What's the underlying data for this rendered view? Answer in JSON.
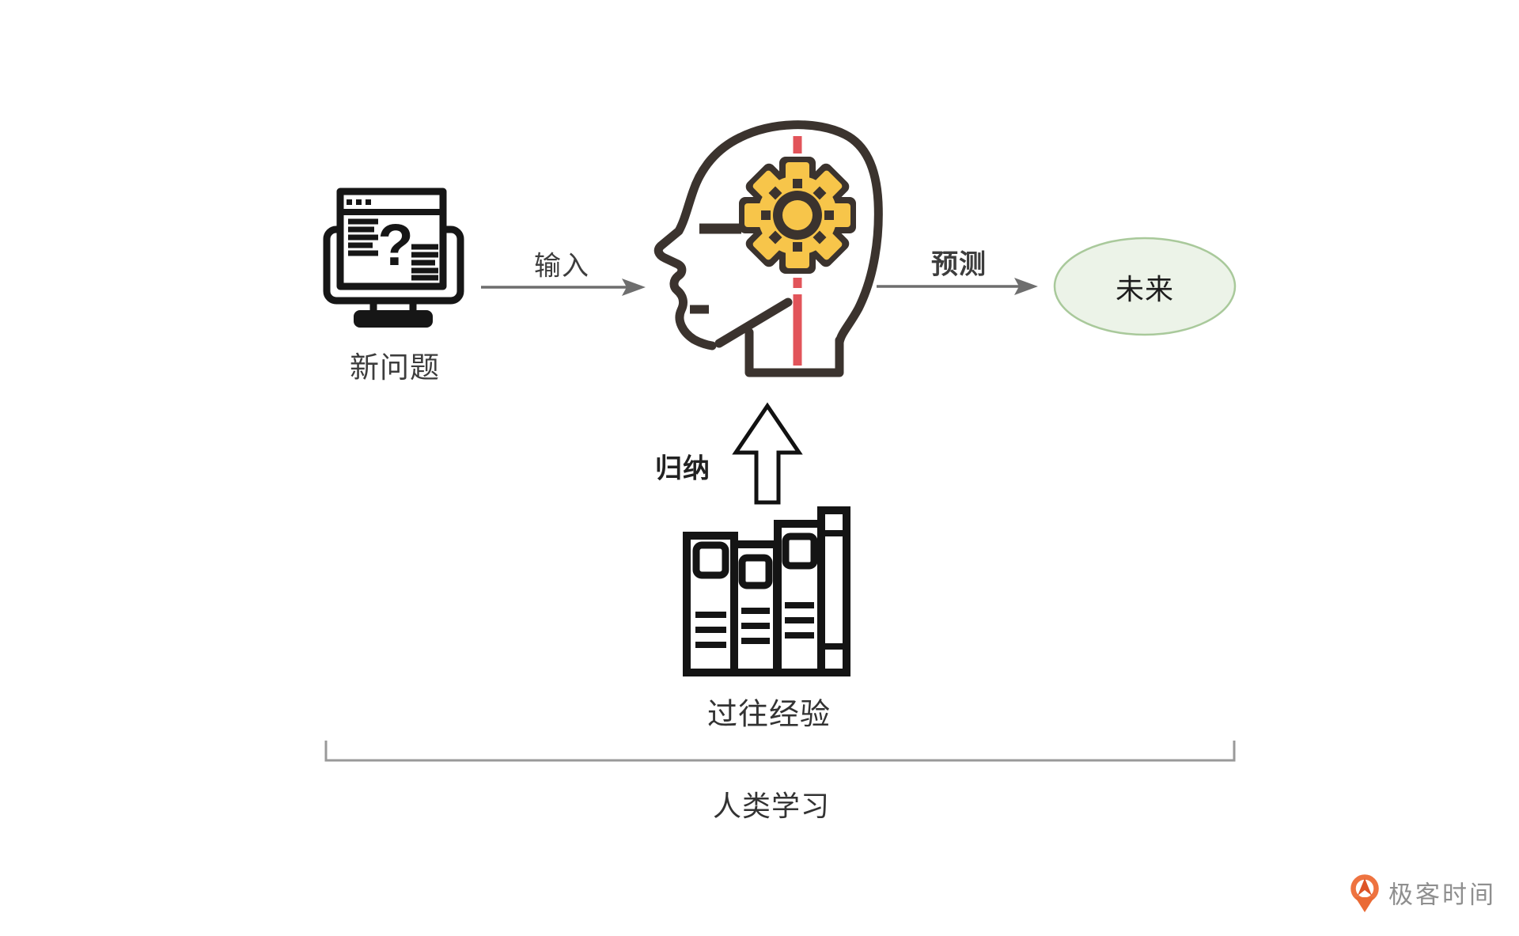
{
  "diagram": {
    "group_label": "人类学习",
    "nodes": [
      {
        "id": "new_problem",
        "label": "新问题",
        "icon": "monitor-with-question-mark",
        "icon_glyph": "?"
      },
      {
        "id": "human_brain",
        "label": "",
        "icon": "head-profile-with-gear"
      },
      {
        "id": "future",
        "label": "未来",
        "shape": "ellipse"
      },
      {
        "id": "past_experience",
        "label": "过往经验",
        "icon": "books"
      }
    ],
    "edges": [
      {
        "from": "new_problem",
        "to": "human_brain",
        "label": "输入",
        "style": "solid-arrow-right"
      },
      {
        "from": "human_brain",
        "to": "future",
        "label": "预测",
        "style": "solid-arrow-right"
      },
      {
        "from": "past_experience",
        "to": "human_brain",
        "label": "归纳",
        "style": "hollow-arrow-up"
      }
    ]
  },
  "colors": {
    "background": "#ffffff",
    "line_art_black": "#161616",
    "head_stroke": "#3b332e",
    "gear_yellow": "#f7c54a",
    "accent_red": "#e2545a",
    "arrow_gray": "#6e6e6e",
    "ellipse_fill": "#ecf3e8",
    "ellipse_border": "#a9c99b",
    "bracket_gray": "#9a9a9a",
    "brand_orange": "#ee7340",
    "brand_text_gray": "#8f8f8f",
    "label_dark": "#3d3d3d"
  },
  "footer": {
    "brand": "极客时间"
  }
}
